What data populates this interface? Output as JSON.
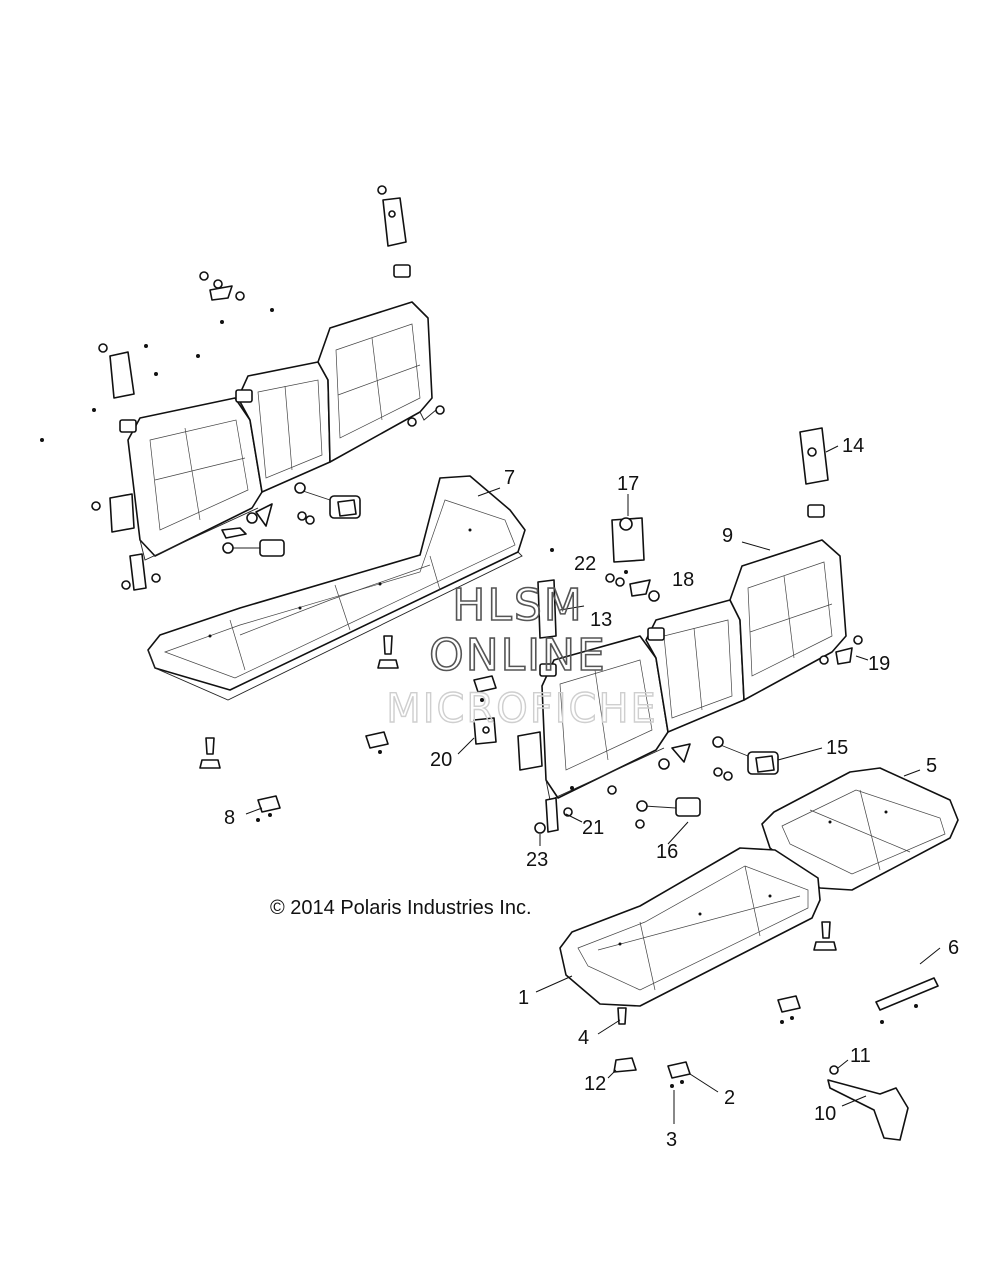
{
  "copyright": "© 2014 Polaris Industries Inc.",
  "watermark": {
    "line1": "HLSM",
    "line2": "ONLINE",
    "line3": "MICROFICHE"
  },
  "callouts": {
    "c1": "1",
    "c2": "2",
    "c3": "3",
    "c4": "4",
    "c5": "5",
    "c6": "6",
    "c7": "7",
    "c8": "8",
    "c9": "9",
    "c10": "10",
    "c11": "11",
    "c12": "12",
    "c13": "13",
    "c14": "14",
    "c15": "15",
    "c16": "16",
    "c17": "17",
    "c18": "18",
    "c19": "19",
    "c20": "20",
    "c21": "21",
    "c22": "22",
    "c23": "23"
  }
}
